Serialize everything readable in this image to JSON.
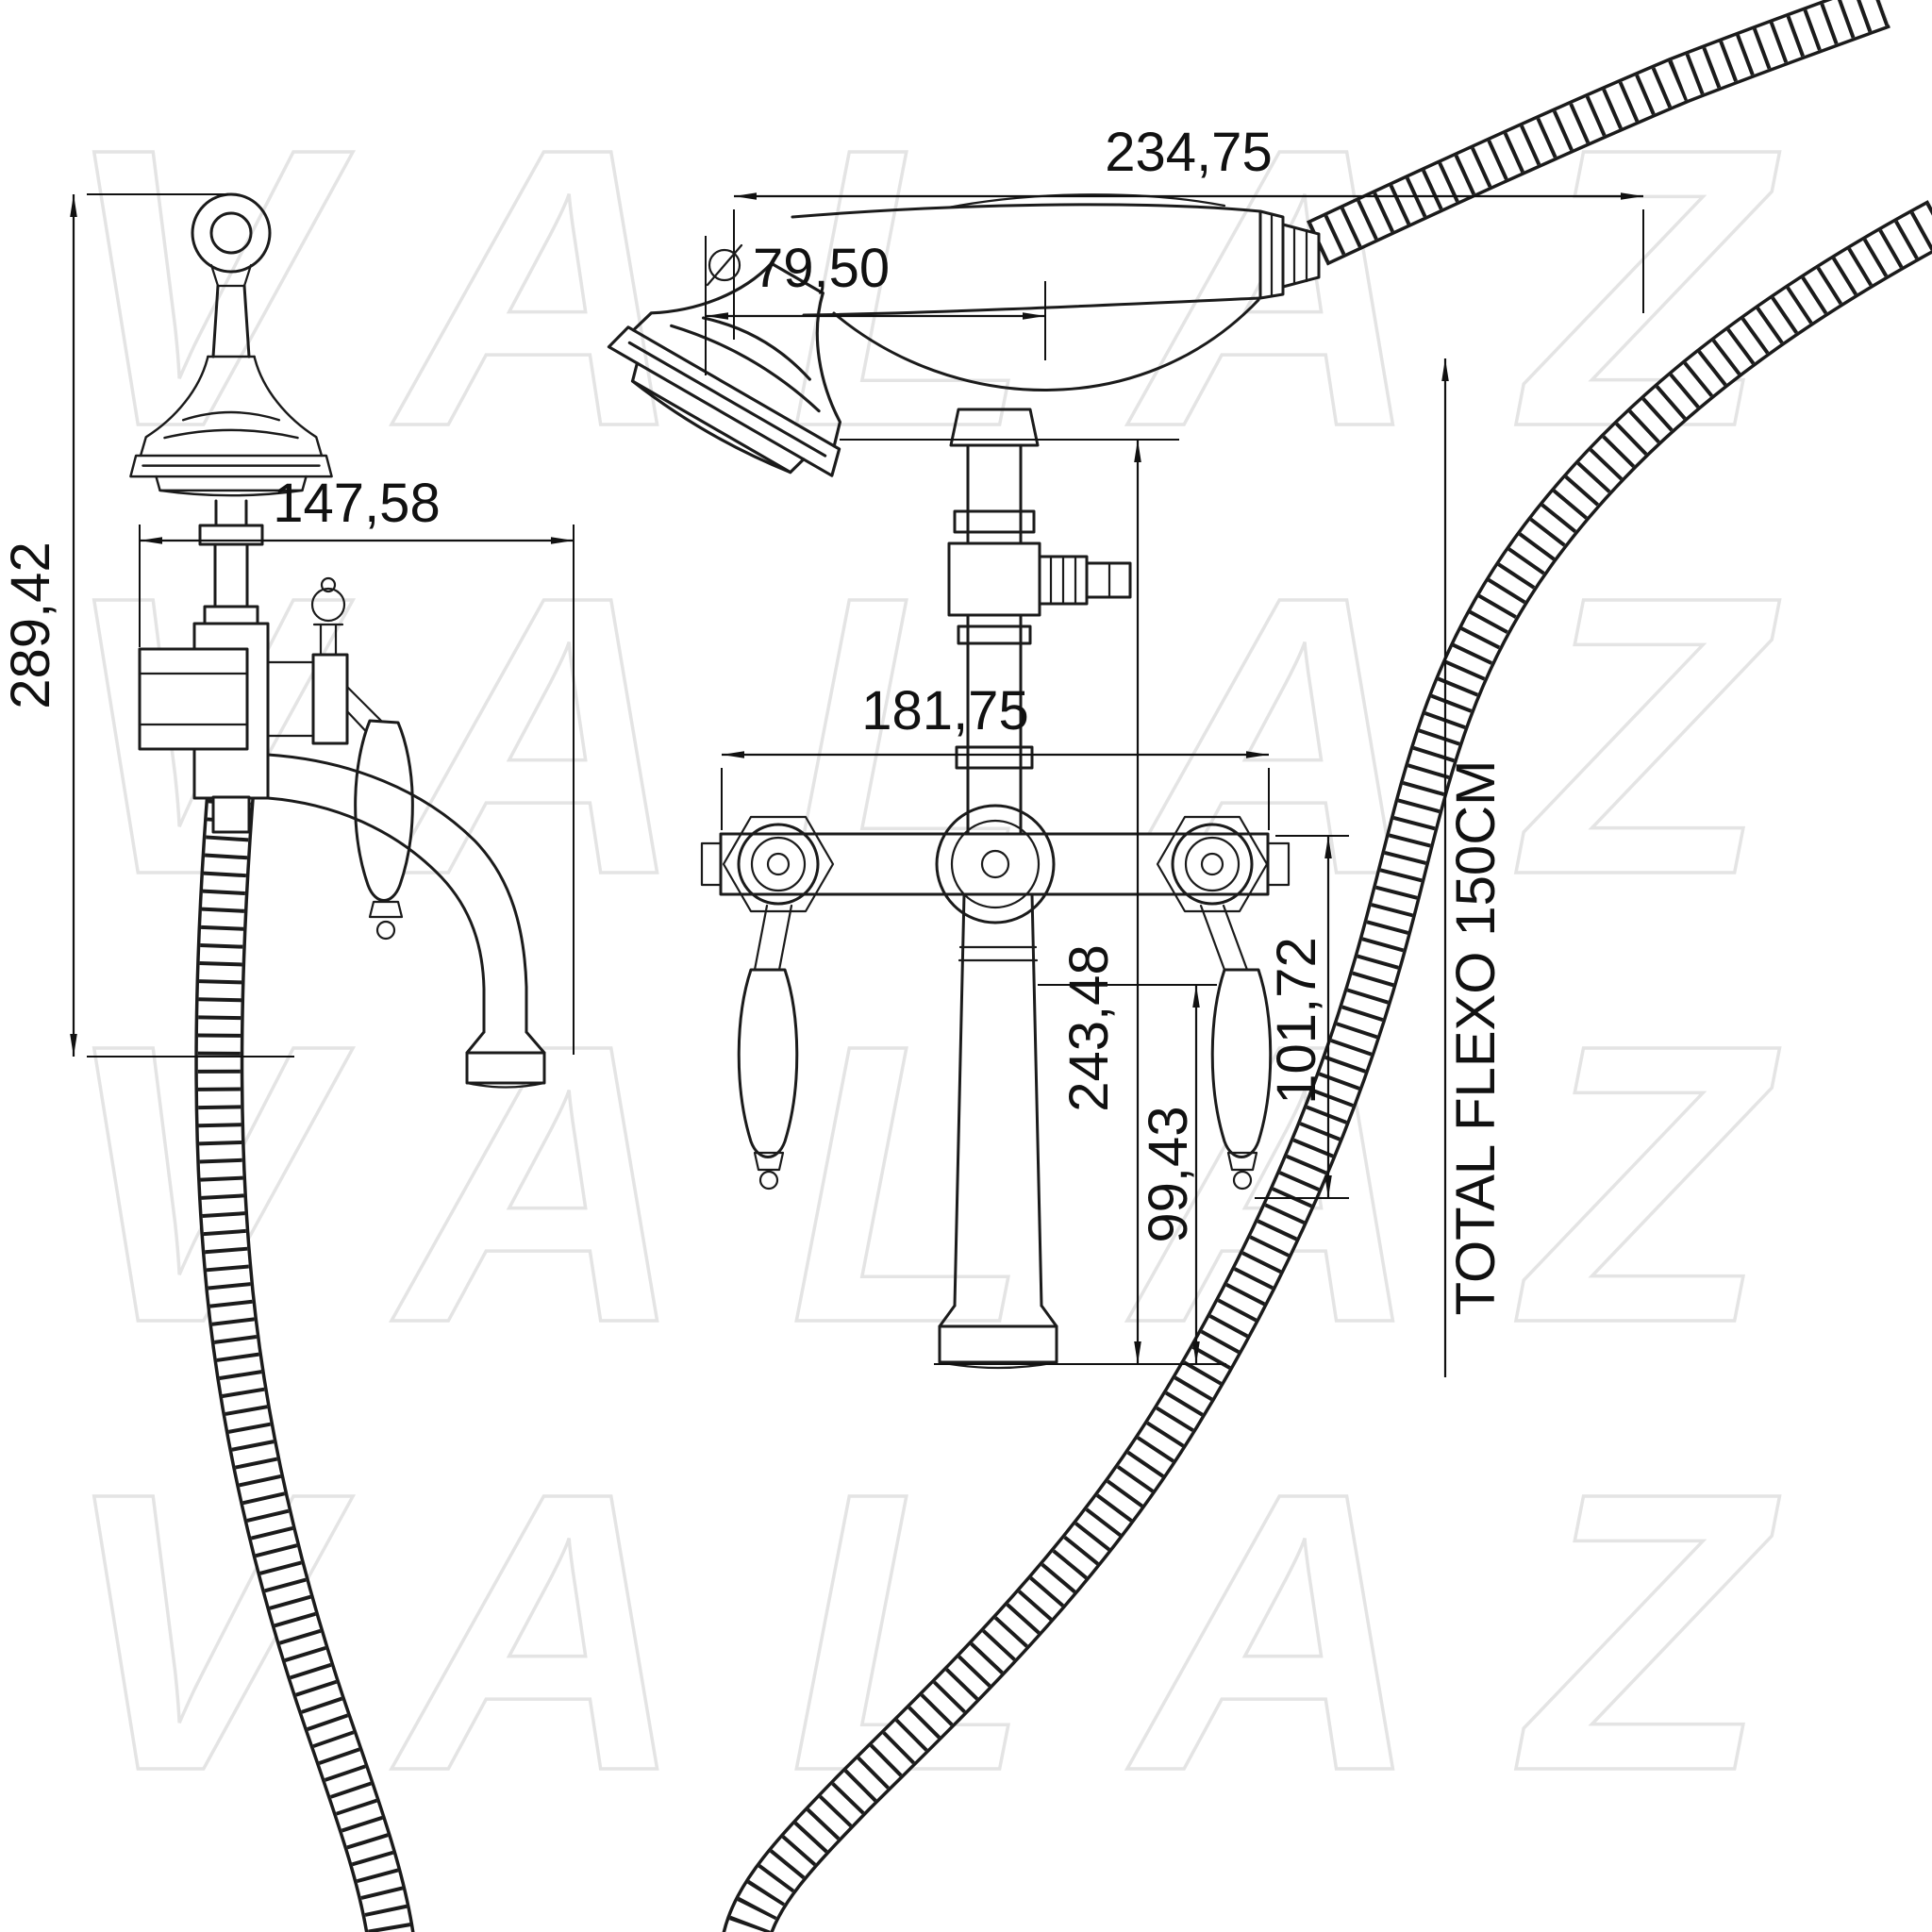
{
  "watermark": {
    "text": "VALAZ"
  },
  "views": {
    "left": {
      "height": "289,42",
      "width": "147,58"
    },
    "right": {
      "handset_length": "234,75",
      "head_diameter": "79,50",
      "body_width": "181,75",
      "overall_height": "243,48",
      "spout_height": "99,43",
      "lever_height": "101,72",
      "hose_label": "TOTAL FLEXO 150CM"
    }
  }
}
